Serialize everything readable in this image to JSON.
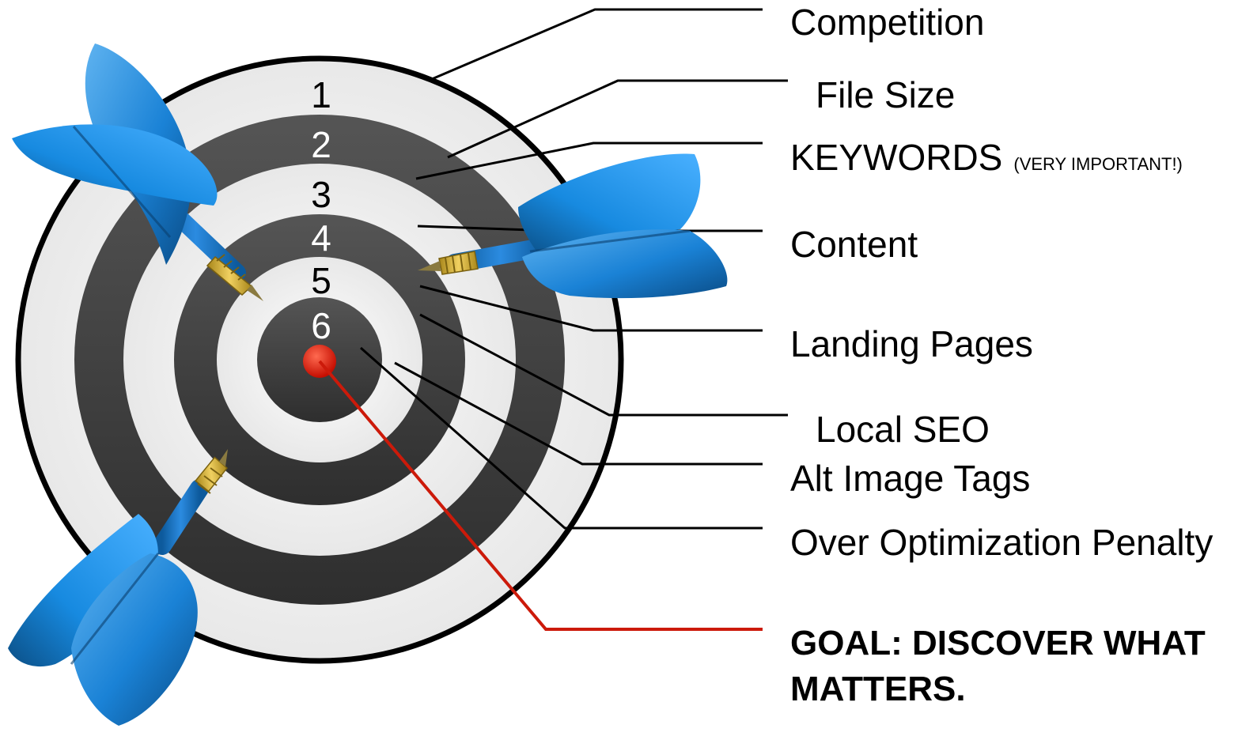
{
  "ring_numbers": [
    "1",
    "2",
    "3",
    "4",
    "5",
    "6"
  ],
  "labels": {
    "competition": "Competition",
    "file_size": "File Size",
    "keywords": "KEYWORDS",
    "keywords_note": "(VERY IMPORTANT!)",
    "content": "Content",
    "landing_pages": "Landing Pages",
    "local_seo": "Local SEO",
    "alt_image_tags": "Alt Image Tags",
    "over_optimization": "Over Optimization Penalty"
  },
  "goal": {
    "line1": "GOAL: DISCOVER WHAT",
    "line2": "MATTERS."
  },
  "colors": {
    "ring_dark": "#3d3d3d",
    "ring_light": "#f2f2f2",
    "bullseye": "#dd1a0a",
    "dart_blue": "#1f86d6",
    "dart_blue_dark": "#0b4f86",
    "dart_shaft": "#1565a8",
    "dart_tip": "#c9a62a",
    "goal_line": "#cc1a0a"
  },
  "icons": {
    "darts": [
      "dart-icon",
      "dart-icon",
      "dart-icon"
    ]
  }
}
